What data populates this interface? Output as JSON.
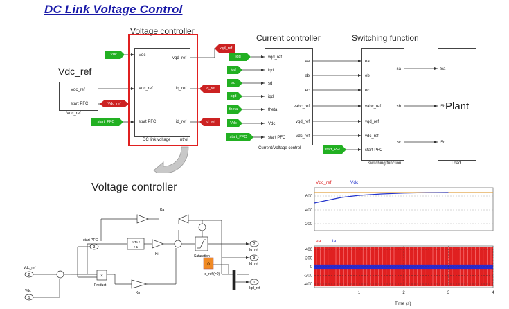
{
  "title": "DC Link Voltage Control",
  "sections": {
    "voltage_controller": "Voltage controller",
    "current_controller": "Current controller",
    "switching_function": "Switching function",
    "vdc_ref": "Vdc_ref",
    "voltage_controller_sub": "Voltage controller",
    "plant": "Plant"
  },
  "vdcref_block": {
    "ports": [
      "Vdc_ref",
      "start PFC"
    ],
    "caption": "Vdc_ref"
  },
  "vc_block": {
    "in_ports": [
      "Vdc",
      "Vdc_ref",
      "start PFC"
    ],
    "out_ports": [
      "vqd_ref",
      "iq_ref",
      "id_ref"
    ],
    "caption": "DC link voltage",
    "caption2": "ntrol"
  },
  "cc_block": {
    "in_ports": [
      "vqd_ref",
      "iqd",
      "sd",
      "iqdl",
      "theta",
      "Vdc",
      "start PFC"
    ],
    "out_ports": [
      "ea",
      "eb",
      "ec",
      "vabc_ref",
      "vqd_ref",
      "vdc_ref"
    ],
    "caption": "Current/Voltage control"
  },
  "sw_block": {
    "in_ports": [
      "ea",
      "eb",
      "ec",
      "vabc_ref",
      "vqd_ref",
      "vdc_ref",
      "start PFC"
    ],
    "out_ports": [
      "sa",
      "sb",
      "sc"
    ],
    "caption": "switching function"
  },
  "load_block": {
    "in_ports": [
      "Sa",
      "Sb",
      "Sc"
    ],
    "caption": "Load"
  },
  "tags": {
    "green_vdc": "Vdc",
    "red_top": "vqd_ref",
    "red_vdcref": "Vdc_ref",
    "green_startpfc": "start_PFC",
    "red_iq": "iq_ref",
    "red_id": "id_ref",
    "cc_greens": [
      "iqd",
      "iqd",
      "sd",
      "sqd",
      "theta",
      "Vdc",
      "start_PFC"
    ],
    "sw_green": "start_PFC"
  },
  "sub_diagram": {
    "inputs": [
      {
        "num": "2",
        "label": "Vdc_ref"
      },
      {
        "num": "1",
        "label": "Vdc"
      },
      {
        "num": "3",
        "label": "start PFC"
      }
    ],
    "outputs": [
      {
        "num": "2",
        "label": "Iq_ref"
      },
      {
        "num": "3",
        "label": "Id_ref"
      },
      {
        "num": "1",
        "label": "Iqd_ref"
      }
    ],
    "labels": {
      "ka": "Ka",
      "ki": "Ki",
      "kp": "Kp",
      "product": "Product",
      "saturation": "Saturation",
      "id_ref_const": "Id_ref (=0)",
      "const_val": "0",
      "integrator_top": "K Ts z",
      "integrator_bot": "z-1",
      "mult": "×"
    }
  },
  "chart_data": [
    {
      "type": "line",
      "legend": [
        "Vdc_ref",
        "Vdc"
      ],
      "legend_colors": [
        "#dd2222",
        "#2233cc"
      ],
      "yticks": [
        200,
        400,
        600
      ],
      "ylim": [
        100,
        720
      ],
      "xlim": [
        0,
        4
      ],
      "series": [
        {
          "name": "Vdc_ref",
          "x": [
            0,
            4
          ],
          "y": [
            650,
            650
          ]
        },
        {
          "name": "Vdc",
          "x": [
            0,
            0.3,
            0.6,
            1.0,
            1.5,
            2.0,
            2.5,
            3.0
          ],
          "y": [
            500,
            540,
            580,
            610,
            630,
            642,
            648,
            650
          ]
        }
      ]
    },
    {
      "type": "line",
      "legend": [
        "ea",
        "ia"
      ],
      "legend_colors": [
        "#dd2222",
        "#2233cc"
      ],
      "yticks": [
        -400,
        -200,
        0,
        200,
        400
      ],
      "xticks": [
        1,
        2,
        3,
        4
      ],
      "xlim": [
        0,
        4
      ],
      "ylim": [
        -480,
        480
      ],
      "xlabel": "Time (s)",
      "series": [
        {
          "name": "ea",
          "amplitude": 450
        },
        {
          "name": "ia",
          "amplitude": 50
        }
      ]
    }
  ]
}
